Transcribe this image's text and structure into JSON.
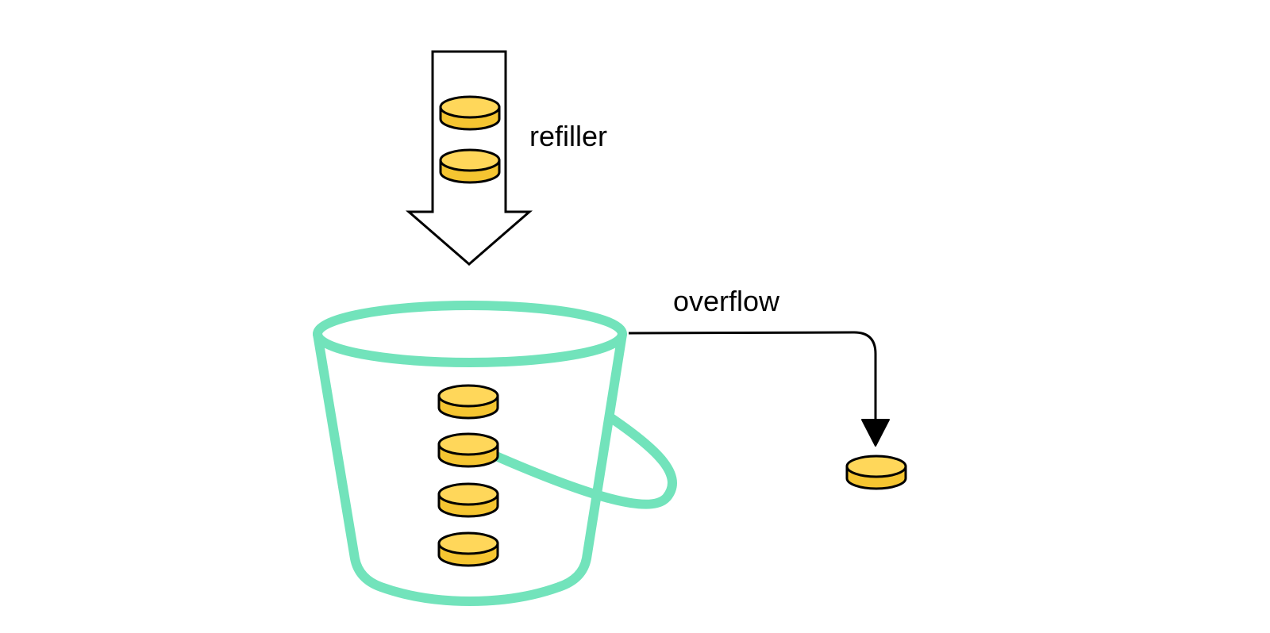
{
  "labels": {
    "refiller": "refiller",
    "overflow": "overflow"
  },
  "colors": {
    "bucket": "#72E3BB",
    "token_fill": "#FFD75A",
    "token_side": "#F5C531",
    "outline": "#000000",
    "background": "#FFFFFF"
  },
  "counts": {
    "tokens_in_refiller": 2,
    "tokens_in_bucket": 4,
    "tokens_overflowed": 1
  }
}
